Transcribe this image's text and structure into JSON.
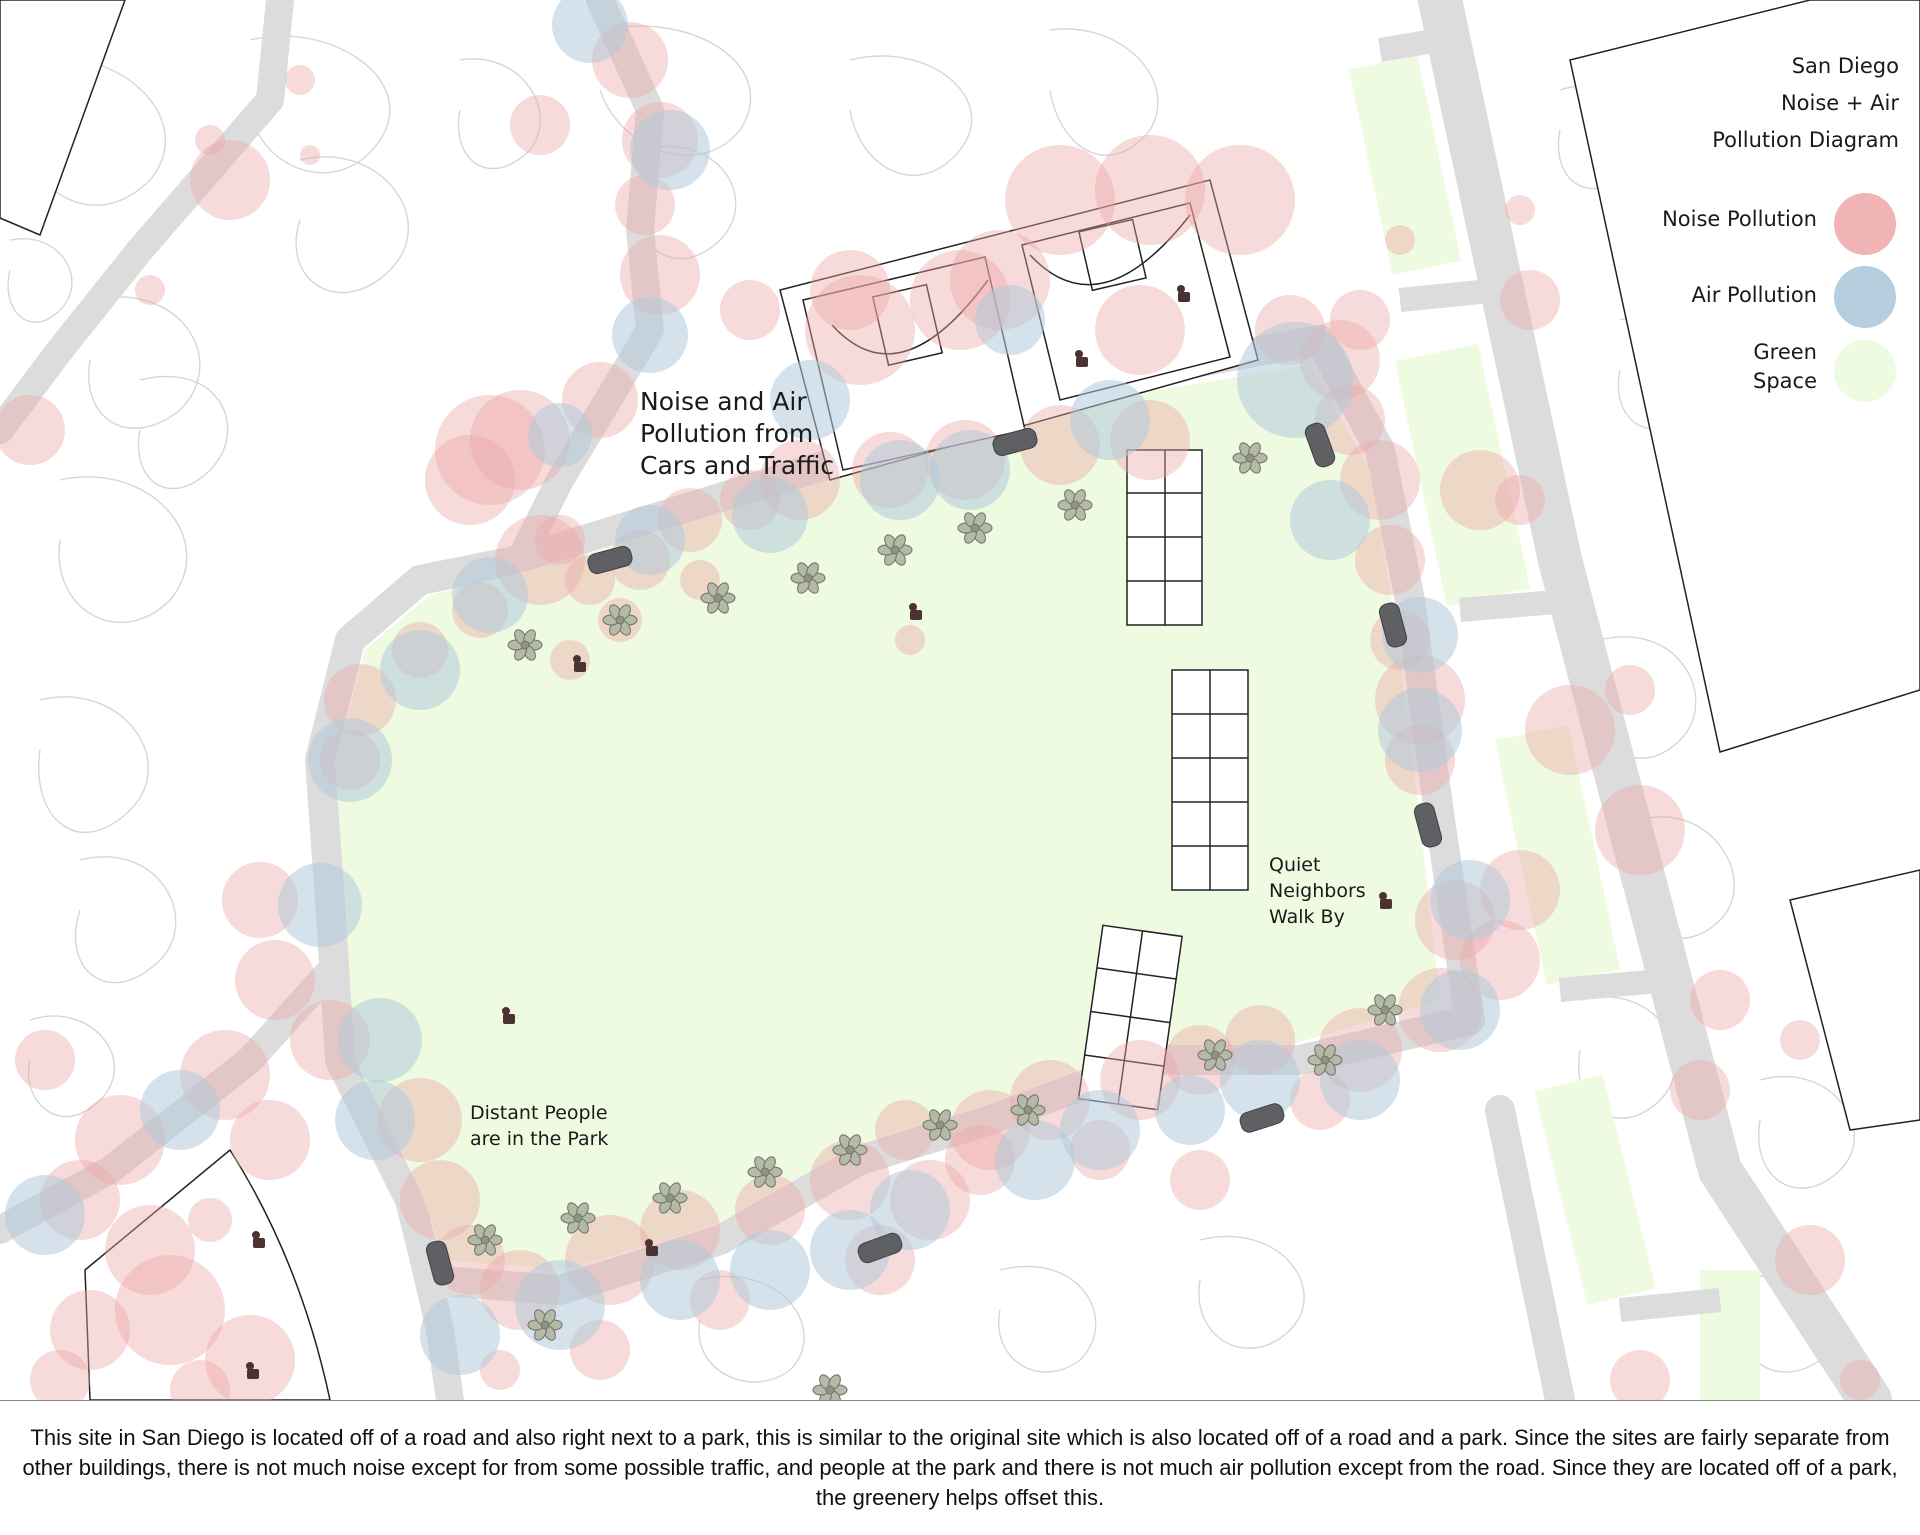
{
  "legend": {
    "title_lines": [
      "San Diego",
      "Noise + Air",
      "Pollution Diagram"
    ],
    "items": [
      {
        "key": "noise",
        "label_lines": [
          "Noise Pollution"
        ],
        "color": "#eda7a8"
      },
      {
        "key": "air",
        "label_lines": [
          "Air Pollution"
        ],
        "color": "#b2cbdb"
      },
      {
        "key": "green",
        "label_lines": [
          "Green",
          "Space"
        ],
        "color": "#eefbe0"
      }
    ]
  },
  "annotations": {
    "traffic": [
      "Noise and Air",
      "Pollution from",
      "Cars and Traffic"
    ],
    "quiet": [
      "Quiet",
      "Neighbors",
      "Walk By"
    ],
    "distant": [
      "Distant People",
      "are in the Park"
    ]
  },
  "caption": "This site in San Diego is located off of a road and also right next to a park, this is similar to the original site which is also located off of a road and a park. Since the sites are fairly separate from other buildings, there is not much noise except for from some possible traffic, and people at the park and there is not much air pollution except from the road. Since they are located off of a park, the greenery helps offset this.",
  "colors": {
    "road": "#dcdcdc",
    "green_space": "#eefbe0",
    "contour": "#d6d6d6",
    "building_outline": "#222222",
    "car": "#5e6063",
    "person": "#4a3330"
  }
}
